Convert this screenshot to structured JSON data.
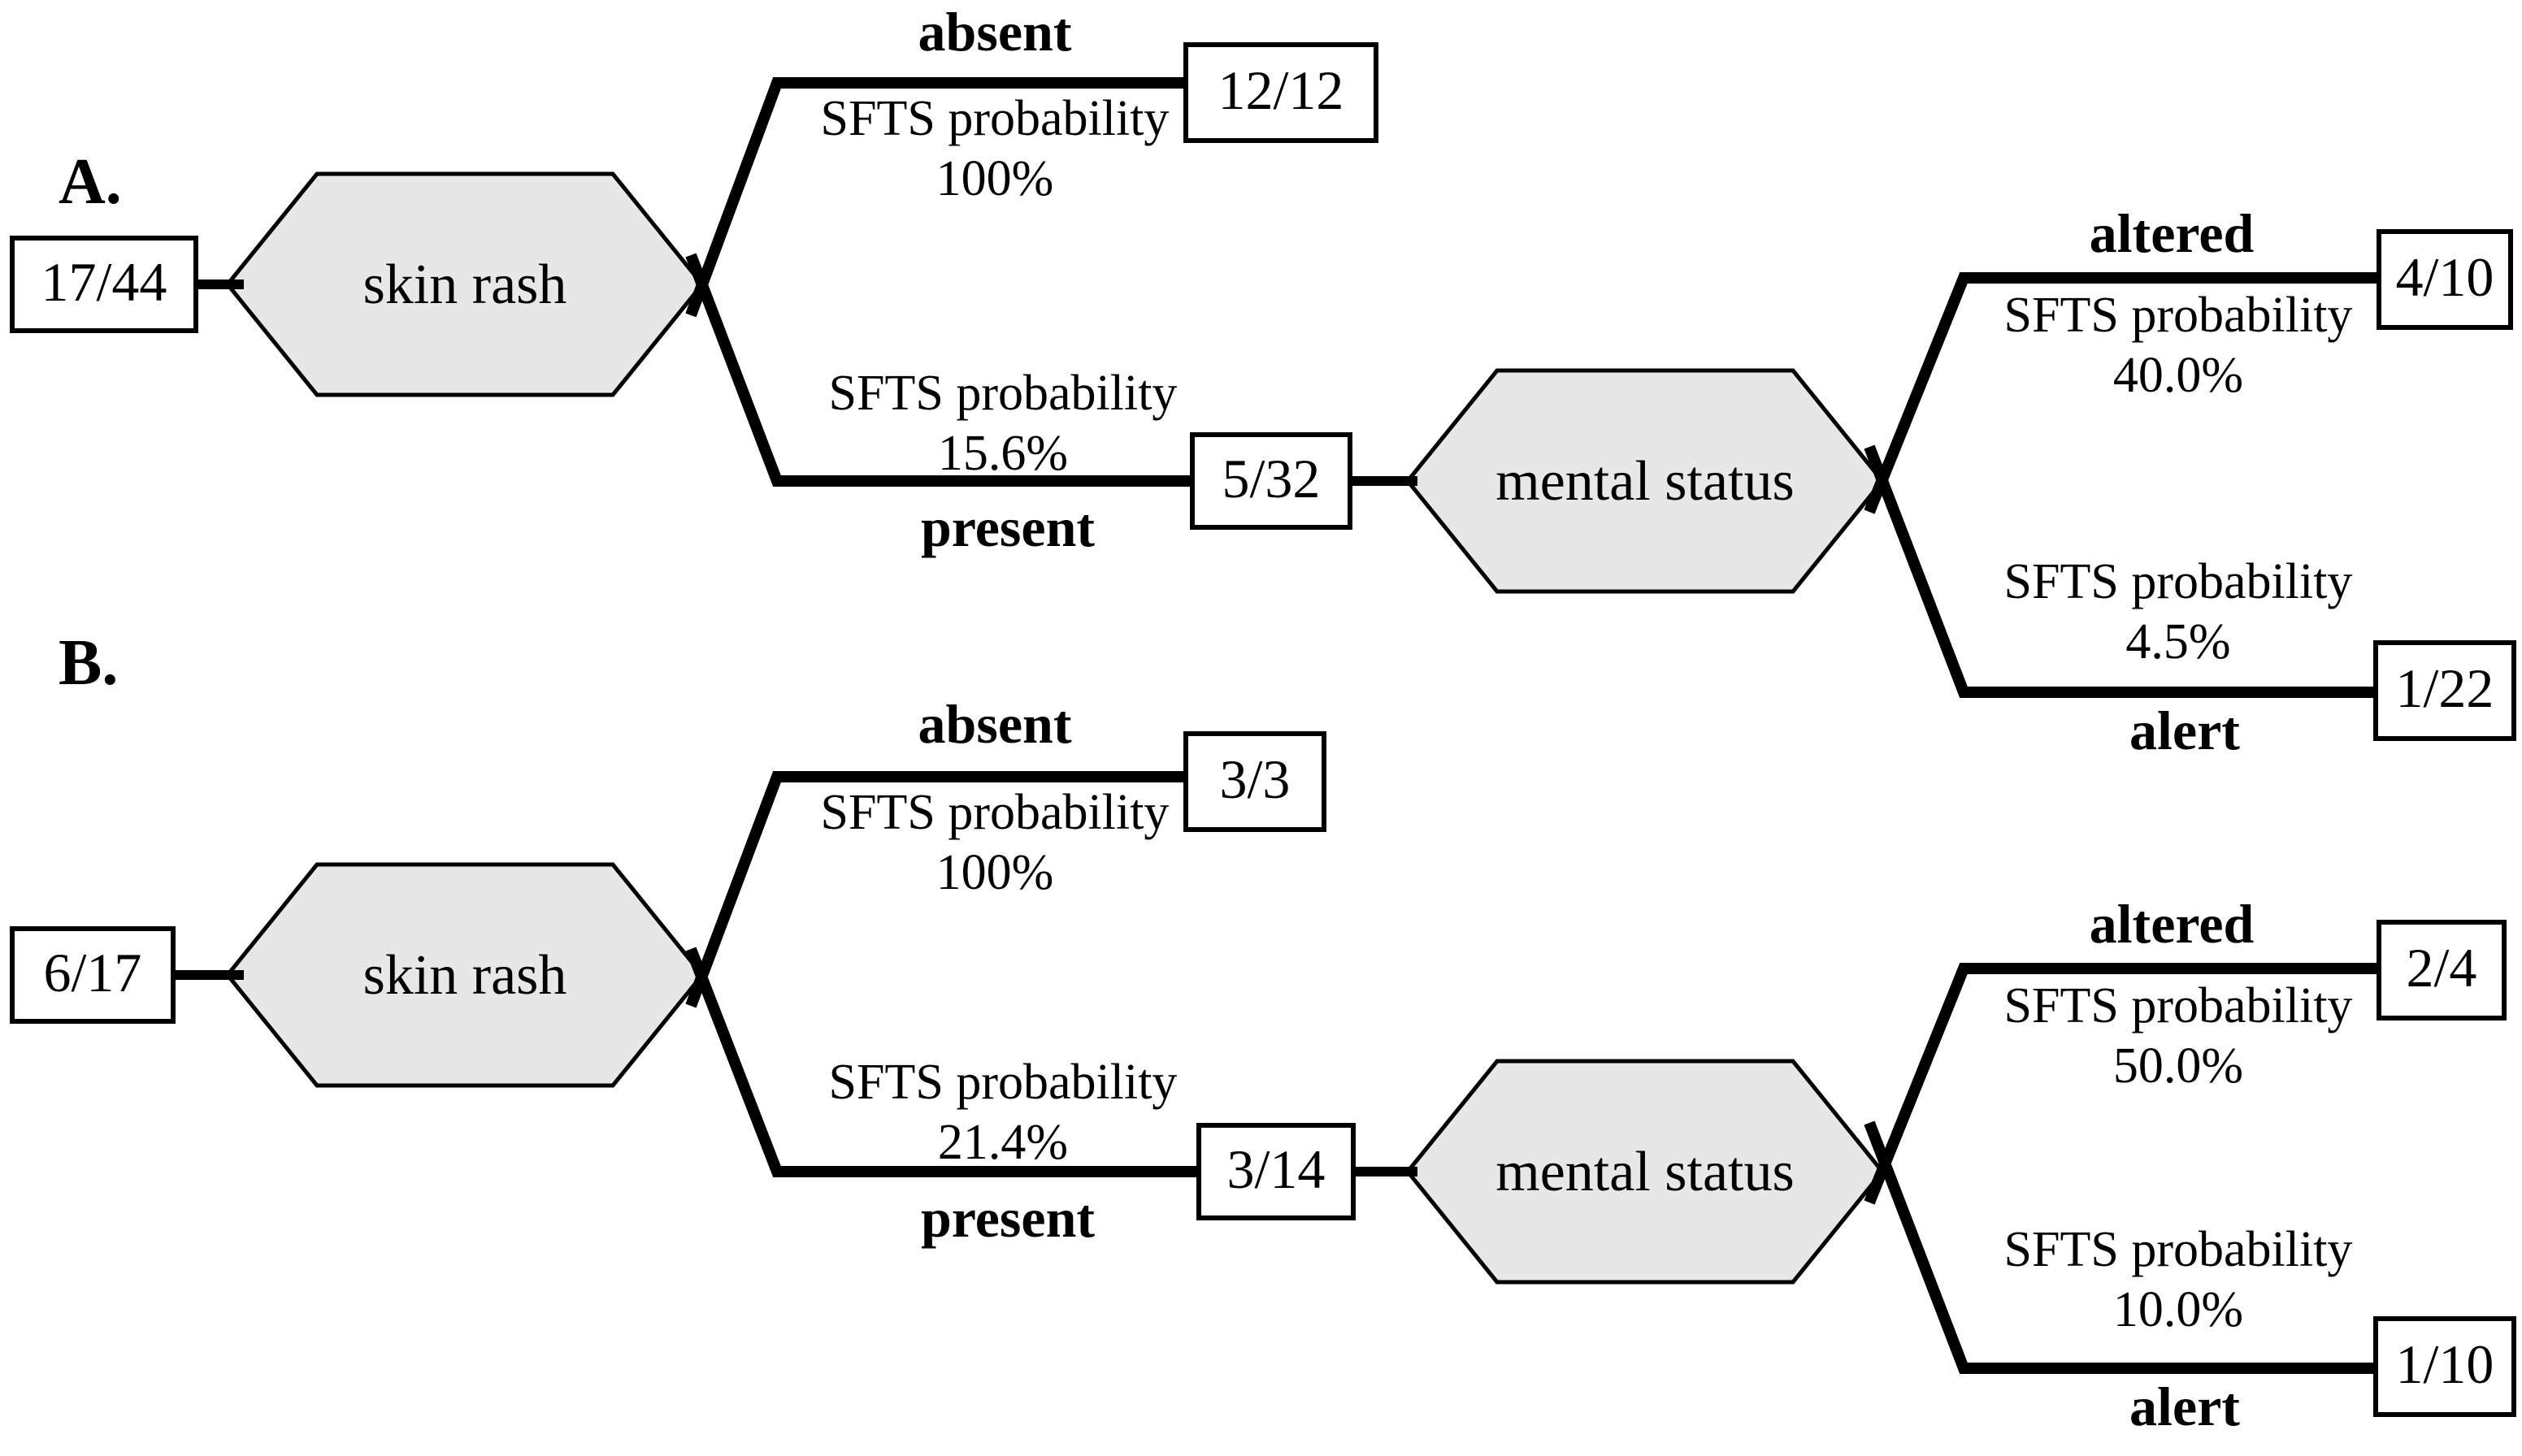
{
  "figure": {
    "colors": {
      "node_fill": "#e7e7e7",
      "stroke": "#000000",
      "background": "#ffffff"
    },
    "panels": [
      {
        "label": "A.",
        "root": {
          "value": "17/44"
        },
        "split1": {
          "node": "skin rash",
          "branches": [
            {
              "label": "absent",
              "prob_title": "SFTS probability",
              "prob_value": "100%",
              "outcome": "12/12"
            },
            {
              "label": "present",
              "prob_title": "SFTS probability",
              "prob_value": "15.6%",
              "outcome": "5/32"
            }
          ]
        },
        "split2": {
          "node": "mental status",
          "branches": [
            {
              "label": "altered",
              "prob_title": "SFTS probability",
              "prob_value": "40.0%",
              "outcome": "4/10"
            },
            {
              "label": "alert",
              "prob_title": "SFTS probability",
              "prob_value": "4.5%",
              "outcome": "1/22"
            }
          ]
        }
      },
      {
        "label": "B.",
        "root": {
          "value": "6/17"
        },
        "split1": {
          "node": "skin rash",
          "branches": [
            {
              "label": "absent",
              "prob_title": "SFTS probability",
              "prob_value": "100%",
              "outcome": "3/3"
            },
            {
              "label": "present",
              "prob_title": "SFTS probability",
              "prob_value": "21.4%",
              "outcome": "3/14"
            }
          ]
        },
        "split2": {
          "node": "mental status",
          "branches": [
            {
              "label": "altered",
              "prob_title": "SFTS probability",
              "prob_value": "50.0%",
              "outcome": "2/4"
            },
            {
              "label": "alert",
              "prob_title": "SFTS probability",
              "prob_value": "10.0%",
              "outcome": "1/10"
            }
          ]
        }
      }
    ]
  }
}
